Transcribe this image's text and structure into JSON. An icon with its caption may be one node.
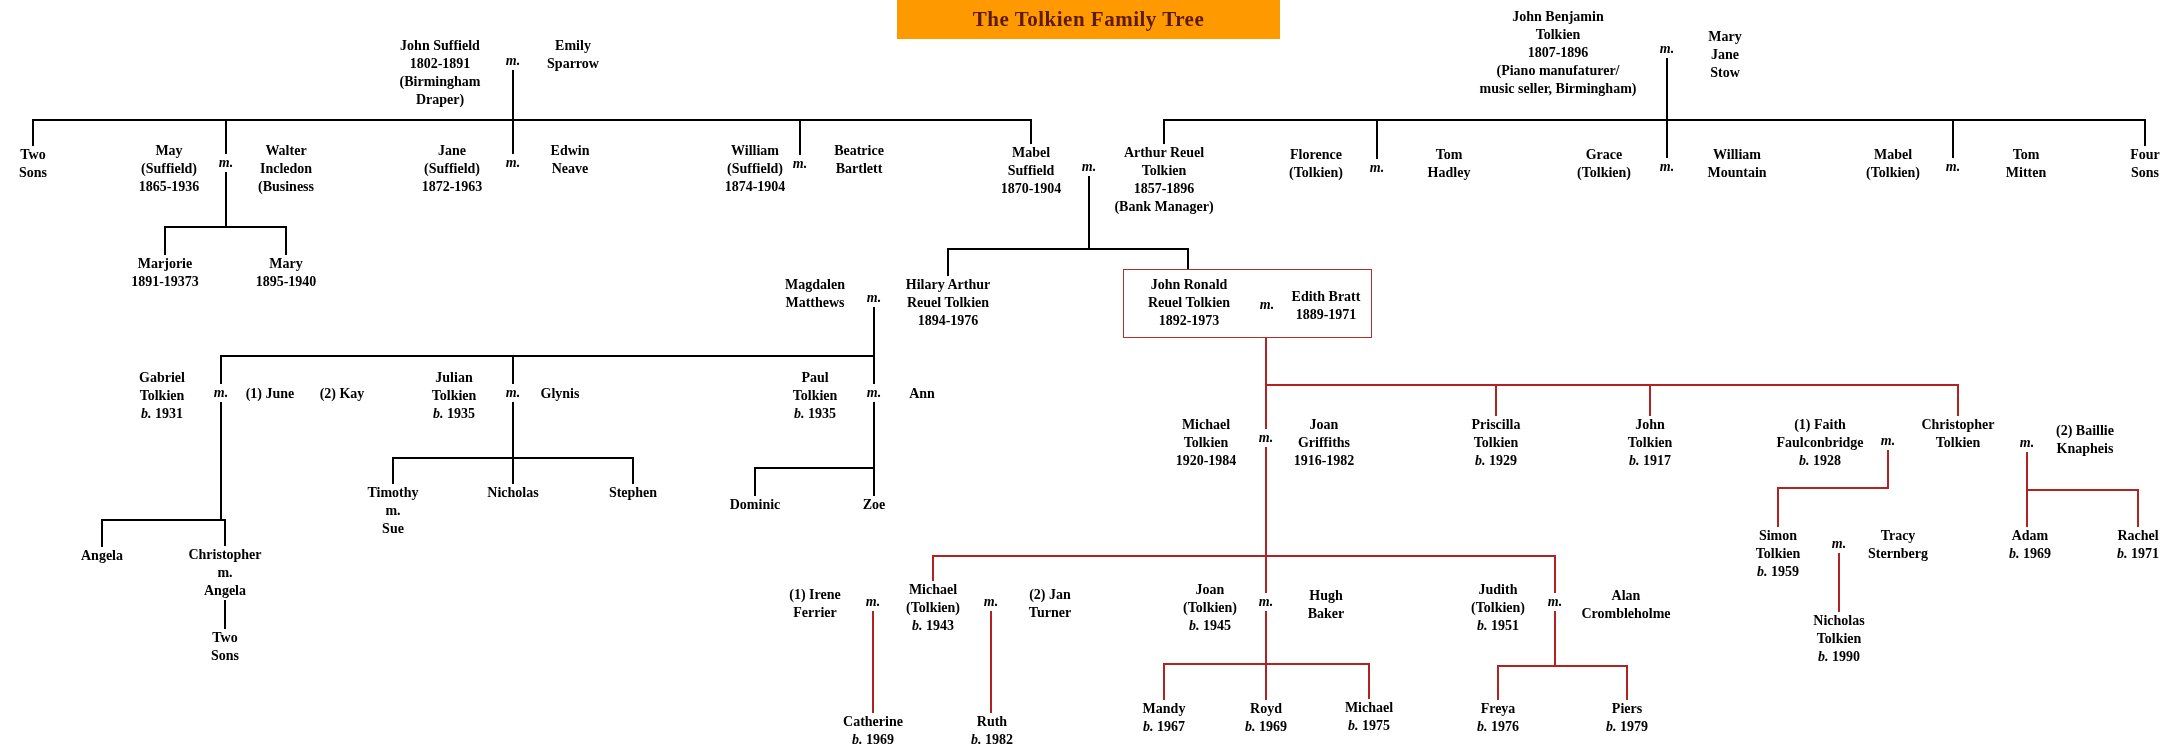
{
  "diagram": {
    "title": "The Tolkien Family Tree",
    "nodes": [
      {
        "text": [
          "John Suffield 1802-1891 (Birmingham Draper)"
        ]
      },
      {
        "text": [
          "m."
        ]
      },
      {
        "text": [
          "Emily Sparrow"
        ]
      },
      {
        "text": [
          "Two Sons"
        ]
      },
      {
        "text": [
          "May (Suffield) 1865-1936"
        ]
      },
      {
        "text": [
          "m."
        ]
      },
      {
        "text": [
          "Walter Incledon (Business"
        ]
      },
      {
        "text": [
          "Marjorie 1891-19373"
        ]
      },
      {
        "text": [
          "Mary 1895-1940"
        ]
      },
      {
        "text": [
          "Jane (Suffield) 1872-1963"
        ]
      },
      {
        "text": [
          "m."
        ]
      },
      {
        "text": [
          "Edwin Neave"
        ]
      },
      {
        "text": [
          "William (Suffield) 1874-1904"
        ]
      },
      {
        "text": [
          "m."
        ]
      },
      {
        "text": [
          "Beatrice Bartlett"
        ]
      },
      {
        "text": [
          "Mabel Suffield 1870-1904"
        ]
      },
      {
        "text": [
          "m."
        ]
      },
      {
        "text": [
          "Arthur Reuel Tolkien 1857-1896 (Bank Manager)"
        ]
      },
      {
        "text": [
          "John Benjamin Tolkien 1807-1896 (Piano manufaturer/ music seller, Birmingham)"
        ]
      },
      {
        "text": [
          "m."
        ]
      },
      {
        "text": [
          "Mary Jane Stow"
        ]
      },
      {
        "text": [
          "Florence (Tolkien)"
        ]
      },
      {
        "text": [
          "m."
        ]
      },
      {
        "text": [
          "Tom Hadley"
        ]
      },
      {
        "text": [
          "Grace (Tolkien)"
        ]
      },
      {
        "text": [
          "m."
        ]
      },
      {
        "text": [
          "William Mountain"
        ]
      },
      {
        "text": [
          "Mabel (Tolkien)"
        ]
      },
      {
        "text": [
          "m."
        ]
      },
      {
        "text": [
          "Tom Mitten"
        ]
      },
      {
        "text": [
          "Four Sons"
        ]
      },
      {
        "text": [
          "Magdalen Matthews"
        ]
      },
      {
        "text": [
          "m."
        ]
      },
      {
        "text": [
          "Hilary Arthur Reuel Tolkien 1894-1976"
        ]
      },
      {
        "text": [],
        "shape": "box"
      },
      {
        "text": [
          "John Ronald Reuel Tolkien 1892-1973"
        ],
        "in": 34
      },
      {
        "text": [
          "m."
        ],
        "in": 34
      },
      {
        "text": [
          "Edith Bratt 1889-1971"
        ],
        "in": 34
      },
      {
        "text": [
          "Gabriel Tolkien *b.* 1931"
        ]
      },
      {
        "text": [
          "m."
        ]
      },
      {
        "text": [
          "(1) June"
        ]
      },
      {
        "text": [
          "(2) Kay"
        ]
      },
      {
        "text": [
          "Angela"
        ]
      },
      {
        "text": [
          "Christopher m. Angela"
        ]
      },
      {
        "text": [
          "Two Sons"
        ]
      },
      {
        "text": [
          "Julian Tolkien *b.* 1935"
        ]
      },
      {
        "text": [
          "m."
        ]
      },
      {
        "text": [
          "Glynis"
        ]
      },
      {
        "text": [
          "Timothy m. Sue"
        ]
      },
      {
        "text": [
          "Nicholas"
        ]
      },
      {
        "text": [
          "Stephen"
        ]
      },
      {
        "text": [
          "Paul Tolkien *b.* 1935"
        ]
      },
      {
        "text": [
          "m."
        ]
      },
      {
        "text": [
          "Ann"
        ]
      },
      {
        "text": [
          "Dominic"
        ]
      },
      {
        "text": [
          "Zoe"
        ]
      },
      {
        "text": [
          "Michael Tolkien 1920-1984"
        ]
      },
      {
        "text": [
          "m."
        ]
      },
      {
        "text": [
          "Joan Griffiths 1916-1982"
        ]
      },
      {
        "text": [
          "Priscilla Tolkien *b.* 1929"
        ]
      },
      {
        "text": [
          "John Tolkien *b.* 1917"
        ]
      },
      {
        "text": [
          "(1) Faith Faulconbridge *b.* 1928"
        ]
      },
      {
        "text": [
          "m."
        ]
      },
      {
        "text": [
          "Christopher Tolkien"
        ]
      },
      {
        "text": [
          "m."
        ]
      },
      {
        "text": [
          "(2) Baillie Knapheis"
        ]
      },
      {
        "text": [
          "Simon Tolkien *b.* 1959"
        ]
      },
      {
        "text": [
          "m."
        ]
      },
      {
        "text": [
          "Tracy Sternberg"
        ]
      },
      {
        "text": [
          "Nicholas Tolkien *b.* 1990"
        ]
      },
      {
        "text": [
          "Adam *b.* 1969"
        ]
      },
      {
        "text": [
          "Rachel *b.* 1971"
        ]
      },
      {
        "text": [
          "(1) Irene Ferrier"
        ]
      },
      {
        "text": [
          "m."
        ]
      },
      {
        "text": [
          "Michael (Tolkien) *b.* 1943"
        ]
      },
      {
        "text": [
          "m."
        ]
      },
      {
        "text": [
          "(2) Jan Turner"
        ]
      },
      {
        "text": [
          "Joan (Tolkien) *b.* 1945"
        ]
      },
      {
        "text": [
          "m."
        ]
      },
      {
        "text": [
          "Hugh Baker"
        ]
      },
      {
        "text": [
          "Judith (Tolkien) *b.* 1951"
        ]
      },
      {
        "text": [
          "m."
        ]
      },
      {
        "text": [
          "Alan Crombleholme"
        ]
      },
      {
        "text": [
          "Catherine *b.* 1969"
        ]
      },
      {
        "text": [
          "Ruth *b.* 1982"
        ]
      },
      {
        "text": [
          "Mandy *b.* 1967"
        ]
      },
      {
        "text": [
          "Royd *b.* 1969"
        ]
      },
      {
        "text": [
          "Michael *b.* 1975"
        ]
      },
      {
        "text": [
          "Freya *b.* 1976"
        ]
      },
      {
        "text": [
          "Piers *b.* 1979"
        ]
      }
    ],
    "edges": [
      {
        "from": 1,
        "to": 3,
        "arrow": "none"
      },
      {
        "from": 1,
        "to": 5,
        "arrow": "none"
      },
      {
        "from": 1,
        "to": 10,
        "arrow": "none"
      },
      {
        "from": 1,
        "to": 13,
        "arrow": "none"
      },
      {
        "from": 1,
        "to": 15,
        "arrow": "none"
      },
      {
        "from": 5,
        "to": 7,
        "arrow": "none"
      },
      {
        "from": 5,
        "to": 8,
        "arrow": "none"
      },
      {
        "from": 19,
        "to": 17,
        "arrow": "none"
      },
      {
        "from": 19,
        "to": 22,
        "arrow": "none"
      },
      {
        "from": 19,
        "to": 25,
        "arrow": "none"
      },
      {
        "from": 19,
        "to": 28,
        "arrow": "none"
      },
      {
        "from": 19,
        "to": 30,
        "arrow": "none"
      },
      {
        "from": 16,
        "to": 33,
        "arrow": "none"
      },
      {
        "from": 16,
        "to": 34,
        "arrow": "none"
      },
      {
        "from": 32,
        "to": 39,
        "arrow": "none"
      },
      {
        "from": 32,
        "to": 46,
        "arrow": "none"
      },
      {
        "from": 32,
        "to": 52,
        "arrow": "none"
      },
      {
        "from": 39,
        "to": 42,
        "arrow": "none"
      },
      {
        "from": 39,
        "to": 43,
        "arrow": "none"
      },
      {
        "from": 43,
        "to": 44,
        "arrow": "none"
      },
      {
        "from": 46,
        "to": 48,
        "arrow": "none"
      },
      {
        "from": 46,
        "to": 49,
        "arrow": "none"
      },
      {
        "from": 46,
        "to": 50,
        "arrow": "none"
      },
      {
        "from": 52,
        "to": 54,
        "arrow": "none"
      },
      {
        "from": 52,
        "to": 55,
        "arrow": "none"
      },
      {
        "from": 34,
        "to": 57,
        "arrow": "none",
        "color": "#b22222"
      },
      {
        "from": 34,
        "to": 59,
        "arrow": "none",
        "color": "#b22222"
      },
      {
        "from": 34,
        "to": 60,
        "arrow": "none",
        "color": "#b22222"
      },
      {
        "from": 34,
        "to": 63,
        "arrow": "none",
        "color": "#b22222"
      },
      {
        "from": 62,
        "to": 66,
        "arrow": "none",
        "color": "#b22222"
      },
      {
        "from": 64,
        "to": 70,
        "arrow": "none",
        "color": "#b22222"
      },
      {
        "from": 64,
        "to": 71,
        "arrow": "none",
        "color": "#b22222"
      },
      {
        "from": 67,
        "to": 69,
        "arrow": "none",
        "color": "#b22222"
      },
      {
        "from": 57,
        "to": 74,
        "arrow": "none",
        "color": "#b22222"
      },
      {
        "from": 57,
        "to": 78,
        "arrow": "none",
        "color": "#b22222"
      },
      {
        "from": 57,
        "to": 81,
        "arrow": "none",
        "color": "#b22222"
      },
      {
        "from": 73,
        "to": 83,
        "arrow": "none",
        "color": "#b22222"
      },
      {
        "from": 75,
        "to": 84,
        "arrow": "none",
        "color": "#b22222"
      },
      {
        "from": 78,
        "to": 85,
        "arrow": "none",
        "color": "#b22222"
      },
      {
        "from": 78,
        "to": 86,
        "arrow": "none",
        "color": "#b22222"
      },
      {
        "from": 78,
        "to": 87,
        "arrow": "none",
        "color": "#b22222"
      },
      {
        "from": 81,
        "to": 88,
        "arrow": "none",
        "color": "#b22222"
      },
      {
        "from": 81,
        "to": 89,
        "arrow": "none",
        "color": "#b22222"
      }
    ]
  }
}
